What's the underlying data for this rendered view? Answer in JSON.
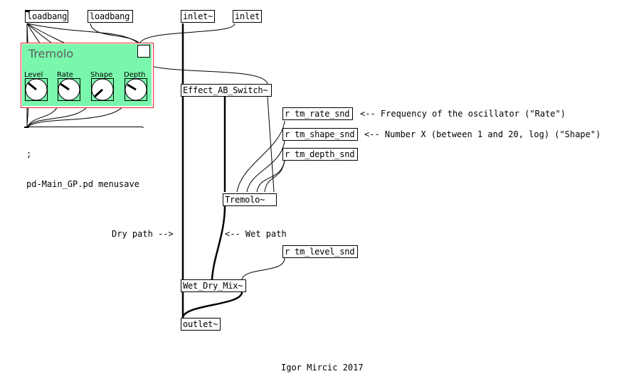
{
  "objects": {
    "loadbang_1": "loadbang",
    "loadbang_2": "loadbang",
    "inlet_tilde": "inlet~",
    "inlet": "inlet",
    "effect_switch": "Effect_AB_Switch~",
    "recv_rate": "r tm_rate_snd",
    "recv_shape": "r tm_shape_snd",
    "recv_depth": "r tm_depth_snd",
    "tremolo_obj": "Tremolo~",
    "recv_level": "r tm_level_snd",
    "wet_dry_mix": "Wet_Dry_Mix~",
    "outlet_tilde": "outlet~"
  },
  "message_box": {
    "line1": ";",
    "line2": "pd-Main_GP.pd menusave"
  },
  "gop": {
    "title": "Tremolo",
    "knobs": [
      {
        "label": "Level"
      },
      {
        "label": "Rate"
      },
      {
        "label": "Shape"
      },
      {
        "label": "Depth"
      }
    ]
  },
  "comments": {
    "rate_comment": "<-- Frequency of the oscillator (\"Rate\")",
    "shape_comment": "<-- Number X (between 1 and 20, log) (\"Shape\")",
    "dry_path": "Dry path -->",
    "wet_path": "<-- Wet path",
    "author": "Igor Mircic 2017"
  },
  "colors": {
    "gop_fill": "#7af7ac",
    "gop_border": "#e0272f",
    "gop_title": "#5c5c5c",
    "wire": "#000000",
    "background": "#ffffff"
  }
}
